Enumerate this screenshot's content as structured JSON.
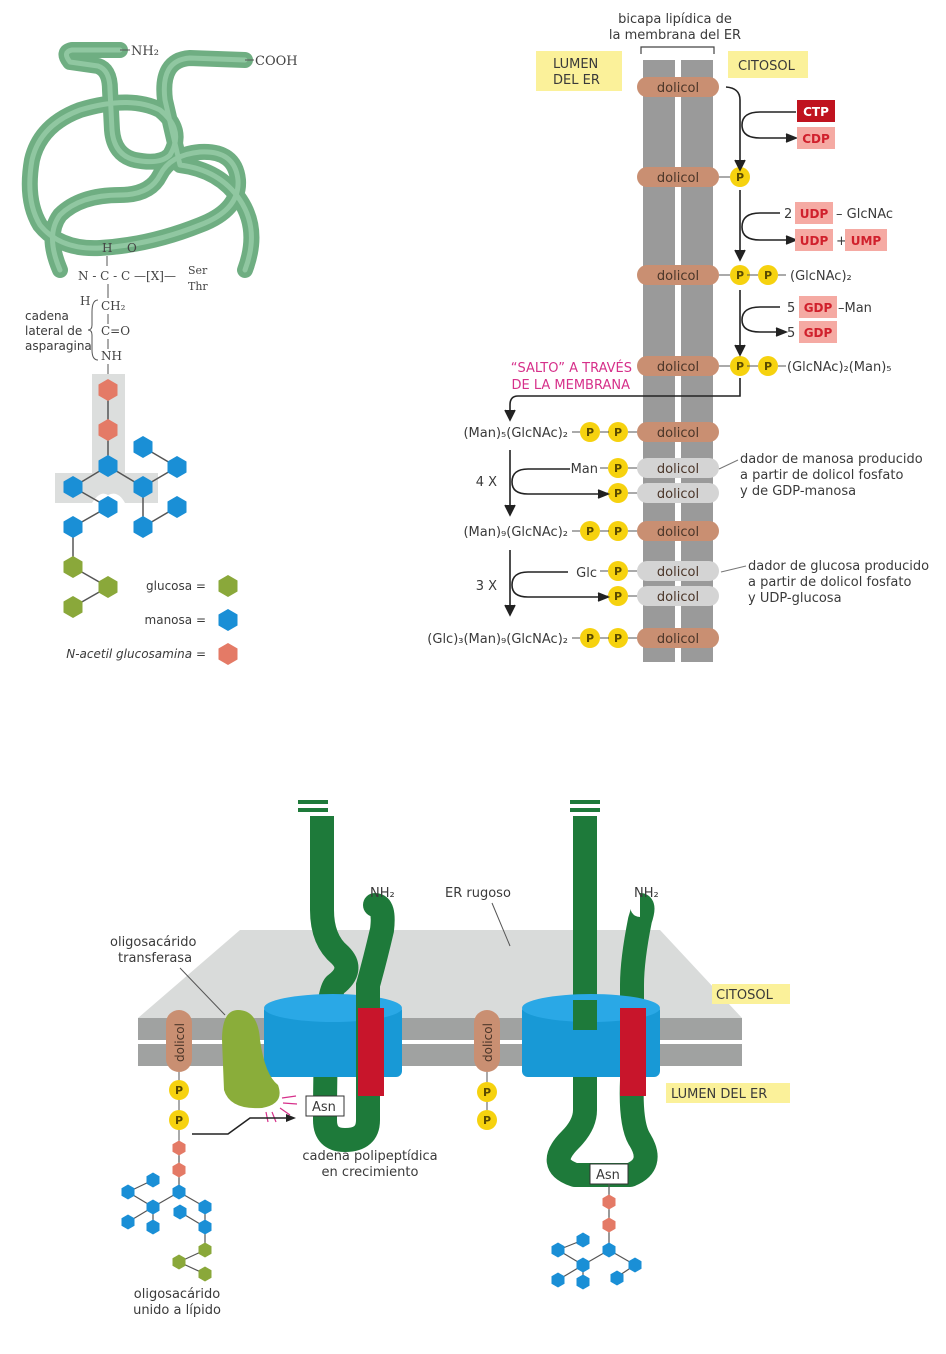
{
  "panel_a": {
    "nh2": "NH₂",
    "cooh": "COOH",
    "chem": {
      "h_top": "H",
      "o_top": "O",
      "backbone": "N - C - C —[X]—",
      "ser": "Ser",
      "thr": "Thr",
      "h_bottom": "H",
      "ch2": "CH₂",
      "co": "C=O",
      "nh": "NH"
    },
    "side_chain_label": [
      "cadena",
      "lateral de",
      "asparagina"
    ],
    "legend": [
      {
        "label": "glucosa =",
        "color": "#8aa83a",
        "name": "glucose"
      },
      {
        "label": "manosa =",
        "color": "#1a8fd6",
        "name": "mannose"
      },
      {
        "label": "N-acetil glucosamina =",
        "color": "#e47a66",
        "name": "n-acetylglucosamine"
      }
    ]
  },
  "panel_b": {
    "bilayer_label": [
      "bicapa lipídica de",
      "la membrana del ER"
    ],
    "lumen_label": [
      "LUMEN",
      "DEL ER"
    ],
    "cytosol_label": "CITOSOL",
    "dolichol": "dolicol",
    "p": "P",
    "ctp": "CTP",
    "cdp": "CDP",
    "step2": {
      "coef": "2",
      "udp": "UDP",
      "glcnac": "– GlcNAc",
      "udp2": "UDP",
      "plus": "+",
      "ump": "UMP"
    },
    "product1": "(GlcNAc)₂",
    "step3": {
      "coef": "5",
      "gdp": "GDP",
      "man": "–Man",
      "coef2": "5",
      "gdp2": "GDP"
    },
    "product2": "(GlcNAc)₂(Man)₅",
    "flip_label": [
      "“SALTO” A TRAVÉS",
      "DE LA MEMBRANA"
    ],
    "lumen_product1": "(Man)₅(GlcNAc)₂",
    "step4": {
      "mult": "4 X",
      "donor": "Man",
      "note": [
        "dador de manosa producido",
        "a partir de dolicol fosfato",
        "y de GDP-manosa"
      ]
    },
    "lumen_product2": "(Man)₉(GlcNAc)₂",
    "step5": {
      "mult": "3 X",
      "donor": "Glc",
      "note": [
        "dador de glucosa producido",
        "a partir de dolicol fosfato",
        "y UDP-glucosa"
      ]
    },
    "lumen_product3": "(Glc)₃(Man)₉(GlcNAc)₂",
    "colors": {
      "ctp": "#c0131f",
      "nuc_light": "#f5aaa3",
      "nuc_text": "#d0202c",
      "label_bg": "#fbf19a",
      "flip": "#d6308a",
      "dolichol": "#c98f72",
      "dolichol_gray": "#d4d4d4",
      "phosphate": "#f6d20f",
      "membrane": "#9a9a9a"
    }
  },
  "panel_c": {
    "er_label": "ER rugoso",
    "nh2_left": "NH₂",
    "nh2_right": "NH₂",
    "ost_label": [
      "oligosacárido",
      "transferasa"
    ],
    "cytosol_label": "CITOSOL",
    "lumen_label": "LUMEN DEL ER",
    "dolichol": "dolicol",
    "p": "P",
    "asn": "Asn",
    "growing_chain": [
      "cadena polipeptídica",
      "en crecimiento"
    ],
    "lipid_oligo": [
      "oligosacárido",
      "unido a lípido"
    ]
  }
}
